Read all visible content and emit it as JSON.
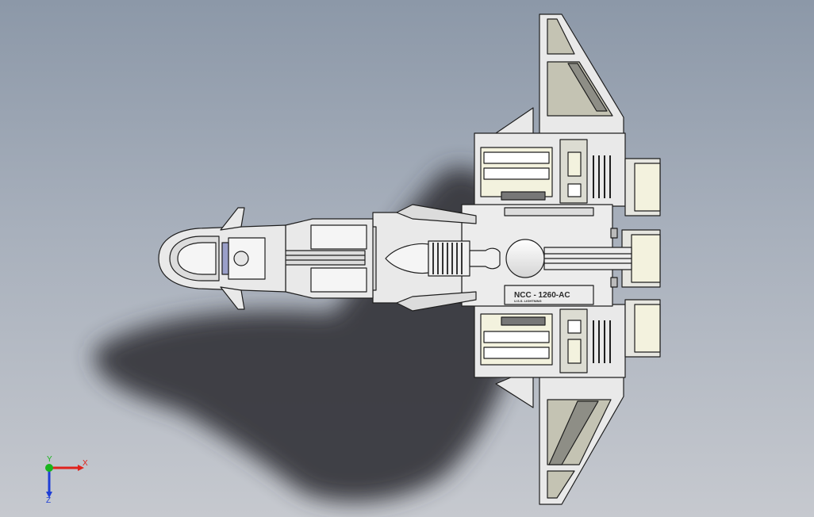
{
  "viewport": {
    "background_top": "#8c98a8",
    "background_bottom": "#c6c9cf"
  },
  "model": {
    "registry": "NCC - 1260-AC",
    "ship_name": "U.S.S. LIGHTNING",
    "hull_color": "#e9e9e9",
    "panel_color": "#c4c3b3",
    "insert_color": "#f3f2de",
    "line_color": "#1e1e1e"
  },
  "triad": {
    "x_label": "X",
    "y_label": "Y",
    "z_label": "Z",
    "x_color": "#e0221c",
    "y_color": "#19b51d",
    "z_color": "#1f3fd6"
  }
}
